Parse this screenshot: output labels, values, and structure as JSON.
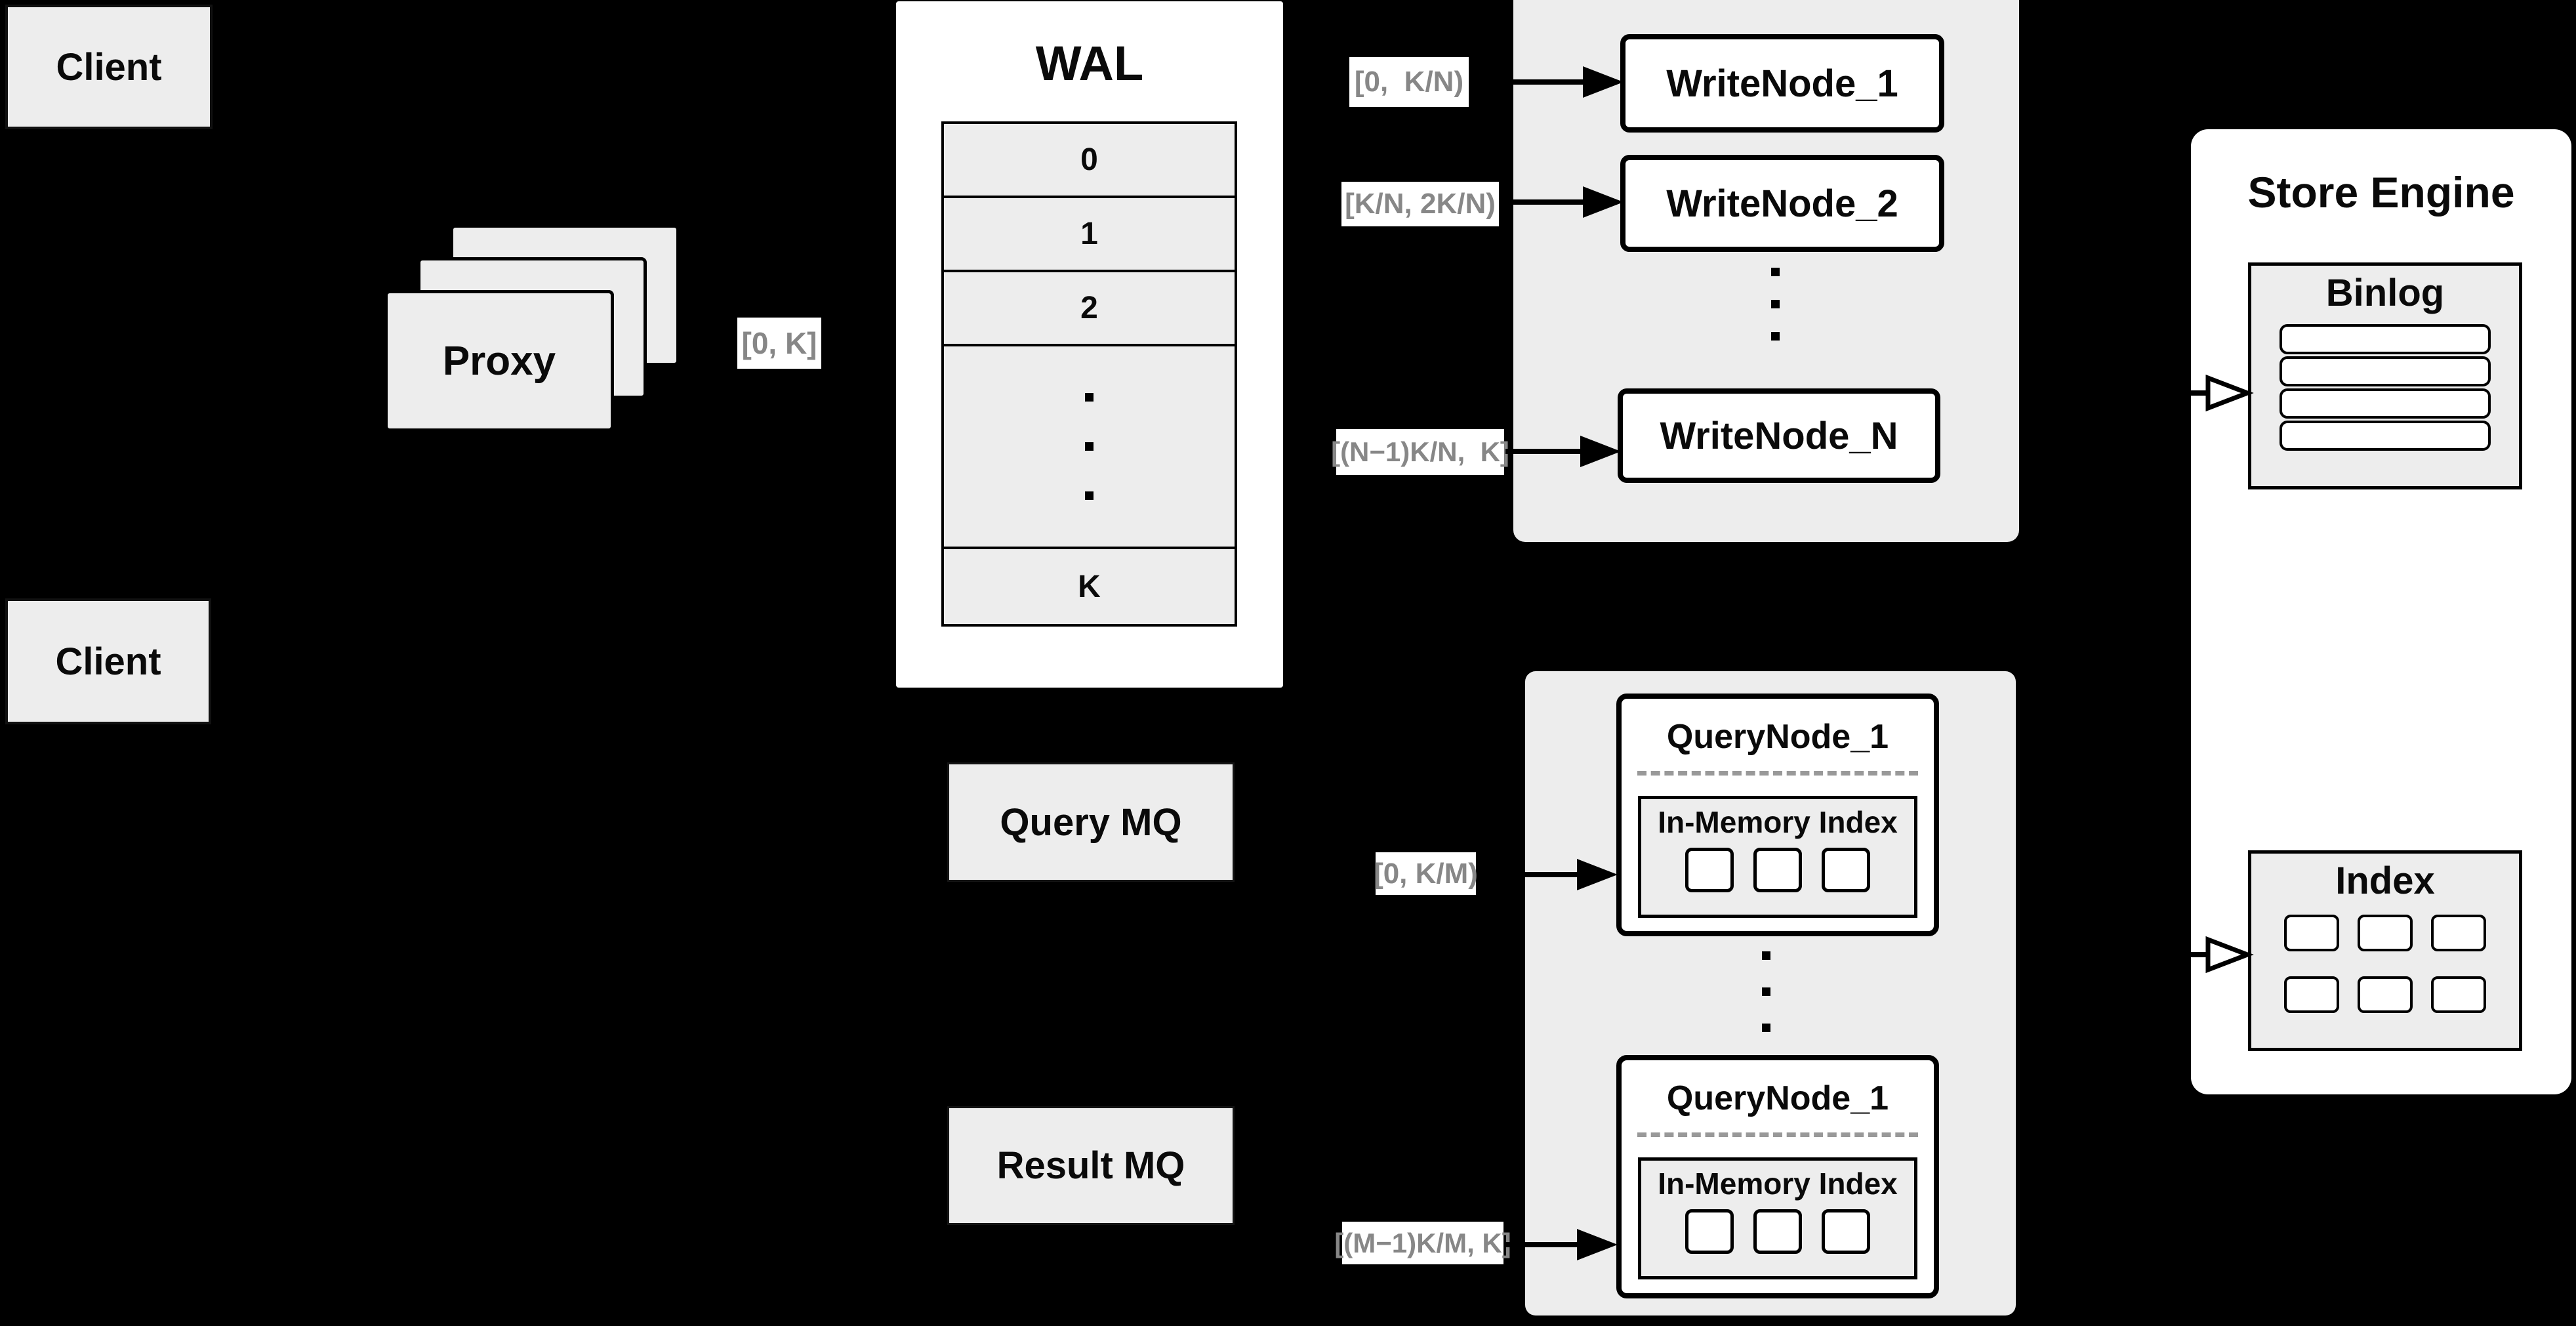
{
  "diagram": {
    "clients": {
      "top": "Client",
      "bottom": "Client"
    },
    "proxy": {
      "label": "Proxy"
    },
    "wal": {
      "title": "WAL",
      "rows": [
        "0",
        "1",
        "2",
        "K"
      ]
    },
    "write_nodes": [
      "WriteNode_1",
      "WriteNode_2",
      "WriteNode_N"
    ],
    "mq": {
      "query": "Query MQ",
      "result": "Result MQ"
    },
    "query_nodes": {
      "top_title": "QueryNode_1",
      "bottom_title": "QueryNode_1",
      "memory_index": "In-Memory Index"
    },
    "store_engine": {
      "title": "Store Engine",
      "binlog": "Binlog",
      "index": "Index"
    },
    "shard_labels": {
      "proxy_out": "[0, K]",
      "write_1": "[0,  K/N)",
      "write_2": "[K/N, 2K/N)",
      "write_n": "[(N−1)K/N,  K]",
      "query_1": "[0, K/M)",
      "query_m": "[(M−1)K/M, K]"
    },
    "colors": {
      "panel_fill": "#ededed",
      "label_text": "#878787",
      "line": "#000000",
      "background": "#000000"
    }
  }
}
